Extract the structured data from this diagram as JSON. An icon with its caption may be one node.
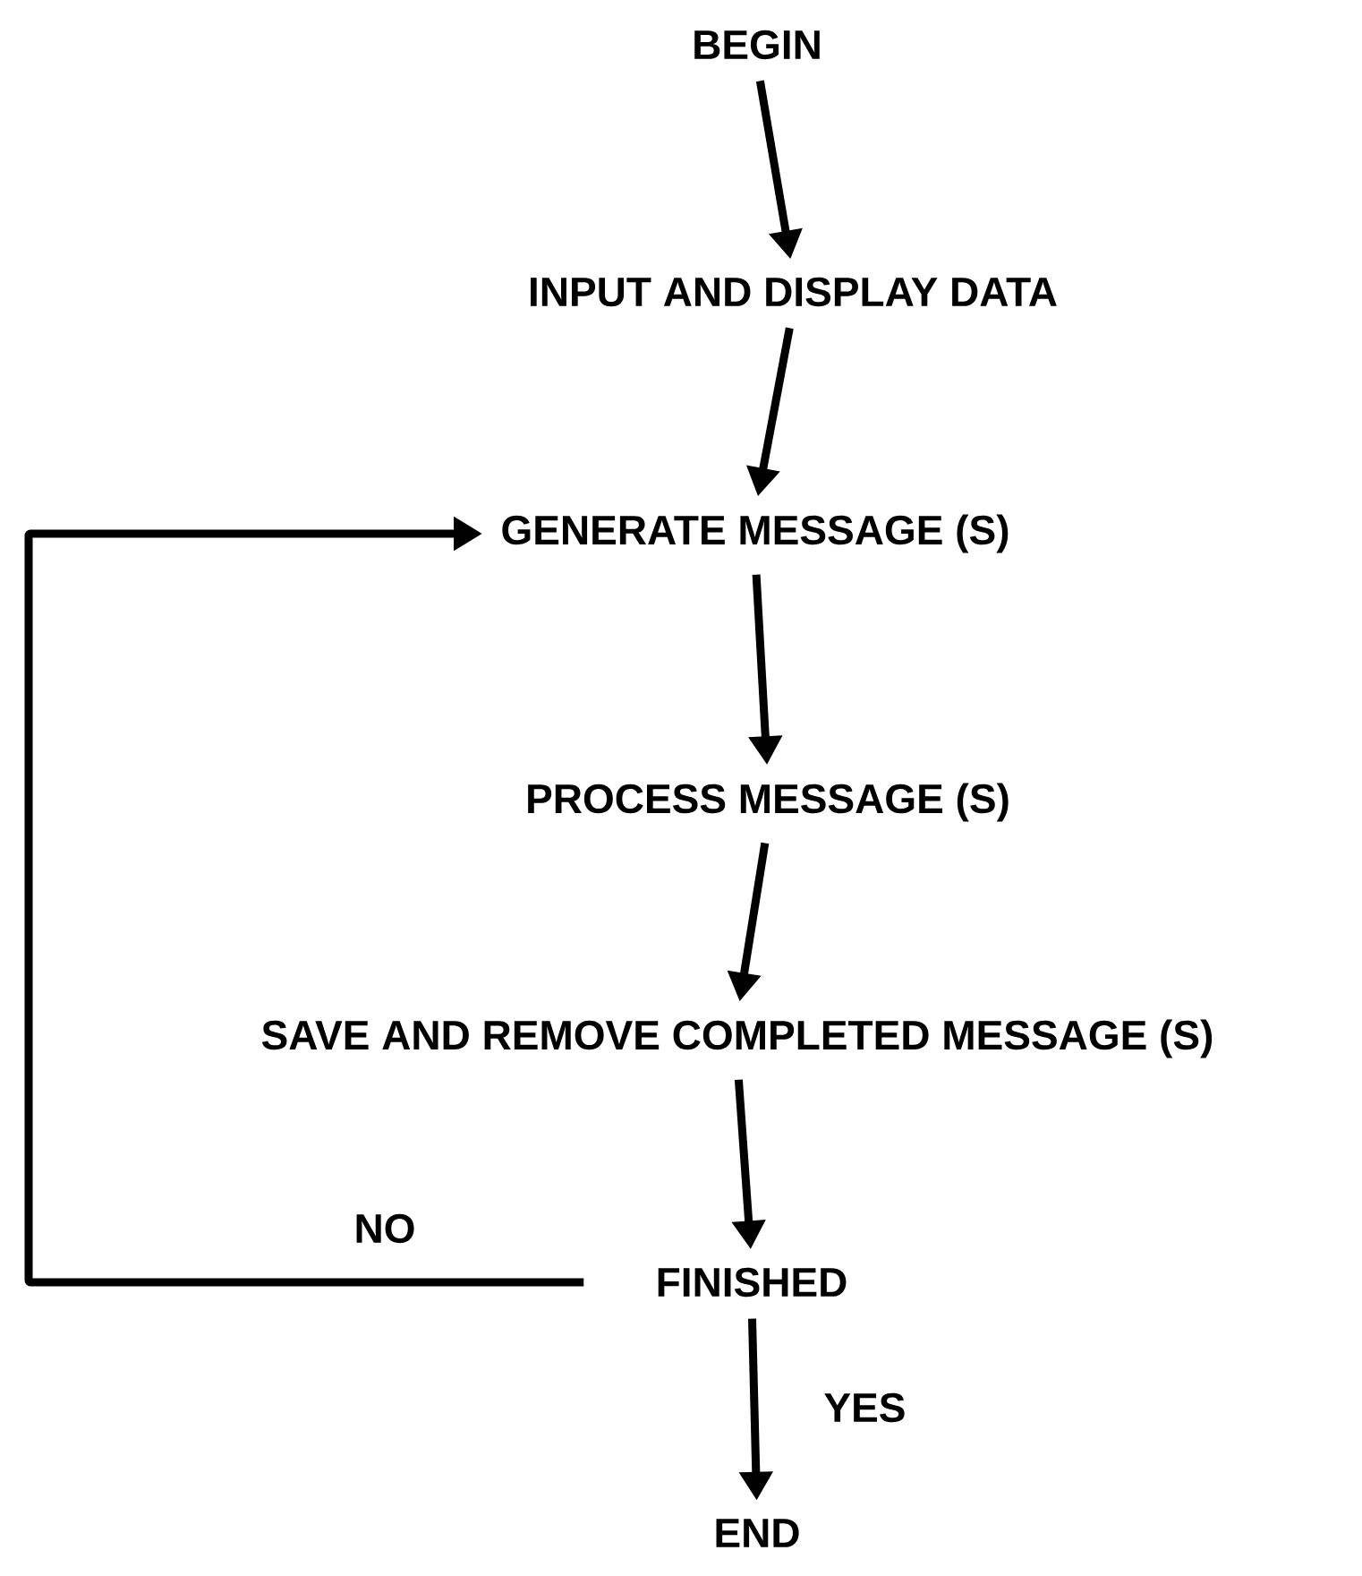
{
  "diagram": {
    "nodes": [
      {
        "text": [
          "BEGIN"
        ]
      },
      {
        "text": [
          "INPUT AND DISPLAY DATA"
        ]
      },
      {
        "text": [
          "GENERATE MESSAGE (S)"
        ]
      },
      {
        "text": [
          "PROCESS MESSAGE (S)"
        ]
      },
      {
        "text": [
          "SAVE AND REMOVE COMPLETED MESSAGE (S)"
        ]
      },
      {
        "text": [
          "FINISHED"
        ]
      },
      {
        "text": [
          "END"
        ]
      }
    ],
    "edges": [
      {
        "from": 0,
        "to": 1,
        "arrow": "to"
      },
      {
        "from": 1,
        "to": 2,
        "arrow": "to"
      },
      {
        "from": 2,
        "to": 3,
        "arrow": "to"
      },
      {
        "from": 3,
        "to": 4,
        "arrow": "to"
      },
      {
        "from": 4,
        "to": 5,
        "arrow": "to"
      },
      {
        "from": 5,
        "to": 6,
        "arrow": "to",
        "label": "YES"
      },
      {
        "from": 5,
        "to": 2,
        "arrow": "to",
        "label": "NO"
      }
    ]
  }
}
